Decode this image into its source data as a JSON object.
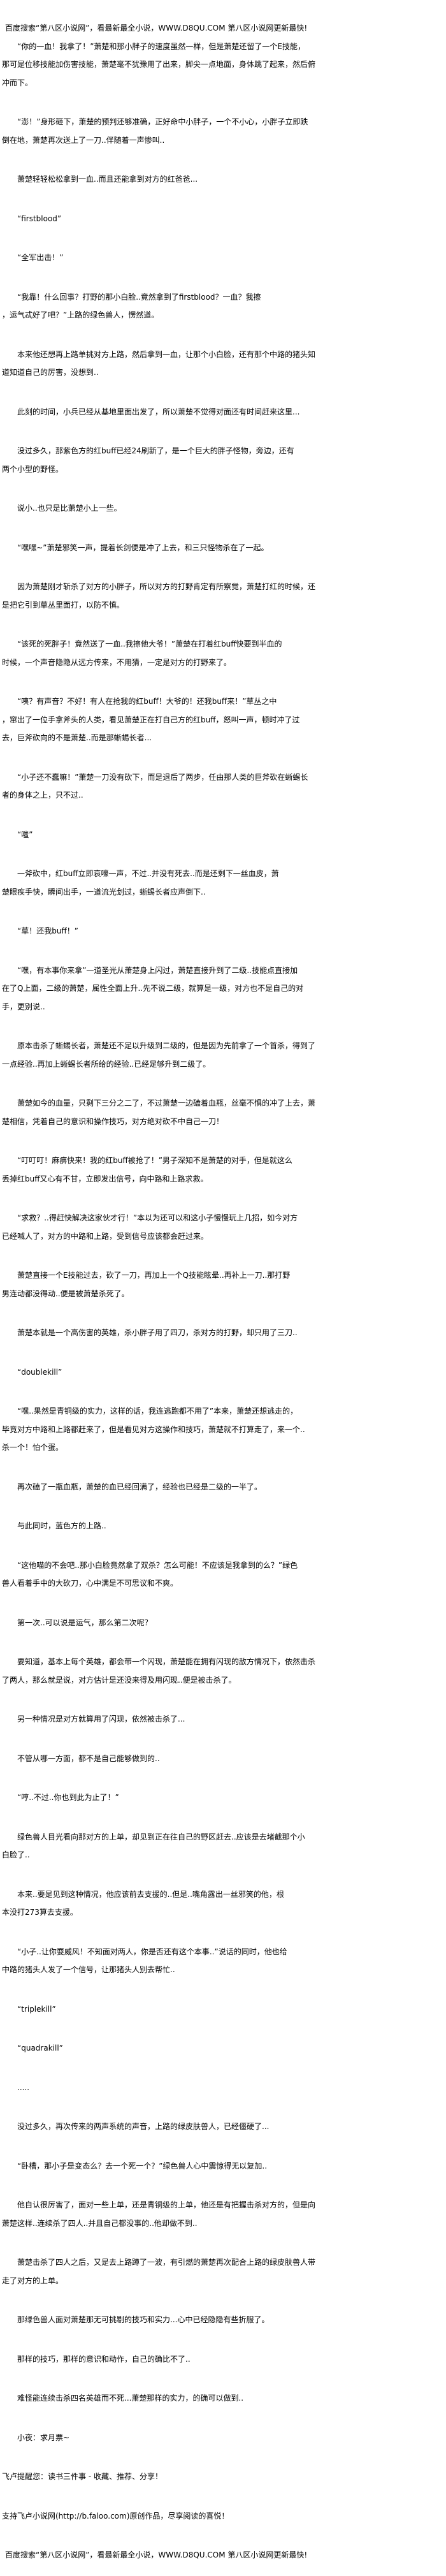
{
  "header": {
    "banner": "百度搜索“第八区小说网”，看最新最全小说，WWW.D8QU.COM  第八区小说网更新最快!"
  },
  "paragraphs": [
    {
      "lines": [
        "“你的一血！我拿了！”萧楚和那小胖子的速度虽然一样，但是萧楚还留了一个E技能，",
        "那可是位移技能加伤害技能，萧楚毫不犹豫用了出来，脚尖一点地面，身体跳了起来，然后俯",
        "冲而下。"
      ]
    },
    {
      "lines": [
        "“澎！”身形砸下，萧楚的预判还够准确，正好命中小胖子，一个不小心，小胖子立即跌",
        "倒在地，萧楚再次送上了一刀..伴随着一声惨叫.."
      ]
    },
    {
      "lines": [
        "萧楚轻轻松松拿到一血..而且还能拿到对方的红爸爸..."
      ]
    },
    {
      "lines": [
        "“firstblood”"
      ]
    },
    {
      "lines": [
        "“全军出击！”"
      ]
    },
    {
      "lines": [
        "“我靠！什么回事？打野的那小白脸..竟然拿到了firstblood？一血？我擦",
        "，运气忒好了吧？”上路的绿色兽人，愣然道。"
      ]
    },
    {
      "lines": [
        "本来他还想再上路单挑对方上路，然后拿到一血，让那个小白脸，还有那个中路的猪头知",
        "道知道自己的厉害，没想到.."
      ]
    },
    {
      "lines": [
        "此刻的时间，小兵已经从基地里面出发了，所以萧楚不觉得对面还有时间赶来这里..."
      ]
    },
    {
      "lines": [
        "没过多久，那紫色方的红buff已经24刷新了，是一个巨大的胖子怪物，旁边，还有",
        "两个小型的野怪。"
      ]
    },
    {
      "lines": [
        "说小..也只是比萧楚小上一些。"
      ]
    },
    {
      "lines": [
        "“嘿嘿~”萧楚邪笑一声，提着长剑便是冲了上去，和三只怪物杀在了一起。"
      ]
    },
    {
      "lines": [
        "因为萧楚刚才斩杀了对方的小胖子，所以对方的打野肯定有所察觉，萧楚打红的时候，还",
        "是把它引到草丛里面打，以防不慎。"
      ]
    },
    {
      "lines": [
        "“该死的死胖子！竟然送了一血..我擦他大爷！”萧楚在打着红buff快要到半血的",
        "时候，一个声音隐隐从远方传来，不用猜，一定是对方的打野来了。"
      ]
    },
    {
      "lines": [
        "“咦？有声音？不好！有人在抢我的红buff！大爷的！还我buff来！”草丛之中",
        "，窜出了一位手拿斧头的人类，看见萧楚正在打自己方的红buff，怒叫一声，顿时冲了过",
        "去，巨斧砍向的不是萧楚..而是那蜥蜴长者..."
      ]
    },
    {
      "lines": [
        "“小子还不蠢嘛！”萧楚一刀没有砍下，而是退后了两步，任由那人类的巨斧砍在蜥蜴长",
        "者的身体之上，只不过.."
      ]
    },
    {
      "lines": [
        "“嗤”"
      ]
    },
    {
      "lines": [
        "一斧砍中，红buff立即哀嚎一声，不过..并没有死去..而是还剩下一丝血皮，萧",
        "楚眼疾手快，瞬间出手，一道流光划过，蜥蜴长者应声倒下.."
      ]
    },
    {
      "lines": [
        "“草！还我buff！”"
      ]
    },
    {
      "lines": [
        "“嘿，有本事你来拿”一道圣光从萧楚身上闪过，萧楚直接升到了二级..技能点直接加",
        "在了Q上面，二级的萧楚，属性全面上升..先不说二级，就算是一级，对方也不是自己的对",
        "手，更别说.."
      ]
    },
    {
      "lines": [
        "原本击杀了蜥蜴长者，萧楚还不足以升级到二级的，但是因为先前拿了一个首杀，得到了",
        "一点经验..再加上蜥蜴长者所给的经验..已经足够升到二级了。"
      ]
    },
    {
      "lines": [
        "萧楚如今的血量，只剩下三分之二了，不过萧楚一边磕着血瓶，丝毫不惧的冲了上去，萧",
        "楚相信，凭着自己的意识和操作技巧，对方绝对砍不中自己一刀！"
      ]
    },
    {
      "lines": [
        "“叮叮叮！麻痹快来！我的红buff被抢了！”男子深知不是萧楚的对手，但是就这么",
        "丢掉红buff又心有不甘，立即发出信号，向中路和上路求救。"
      ]
    },
    {
      "lines": [
        "“求救？..得赶快解决这家伙才行！”本以为还可以和这小子慢慢玩上几招，如今对方",
        "已经喊人了，对方的中路和上路，受到信号应该都会赶过来。"
      ]
    },
    {
      "lines": [
        "萧楚直接一个E技能过去，砍了一刀，再加上一个Q技能眩晕..再补上一刀..那打野",
        "男连动都没得动..便是被萧楚杀死了。"
      ]
    },
    {
      "lines": [
        "萧楚本就是一个高伤害的英雄，杀小胖子用了四刀，杀对方的打野，却只用了三刀.."
      ]
    },
    {
      "lines": [
        "“doublekill”"
      ]
    },
    {
      "lines": [
        "“嘿..果然是青铜级的实力，这样的话，我连逃跑都不用了”本来，萧楚还想逃走的，",
        "毕竟对方中路和上路都赶来了，但是看见对方这操作和技巧，萧楚就不打算走了，来一个..",
        "杀一个！怕个蛋。"
      ]
    },
    {
      "lines": [
        "再次磕了一瓶血瓶，萧楚的血已经回满了，经验也已经是二级的一半了。"
      ]
    },
    {
      "lines": [
        "与此同时，蓝色方的上路.."
      ]
    },
    {
      "lines": [
        "“这他喵的不会吧..那小白脸竟然拿了双杀？怎么可能！不应该是我拿到的么？”绿色",
        "兽人看着手中的大砍刀，心中满是不可思议和不爽。"
      ]
    },
    {
      "lines": [
        "第一次..可以说是运气，那么第二次呢？"
      ]
    },
    {
      "lines": [
        "要知道，基本上每个英雄，都会带一个闪现，萧楚能在拥有闪现的敌方情况下，依然击杀",
        "了两人，那么就是说，对方估计是还没来得及用闪现..便是被击杀了。"
      ]
    },
    {
      "lines": [
        "另一种情况是对方就算用了闪现，依然被击杀了..."
      ]
    },
    {
      "lines": [
        "不管从哪一方面，都不是自己能够做到的.."
      ]
    },
    {
      "lines": [
        "“哼..不过..你也到此为止了！”"
      ]
    },
    {
      "lines": [
        "绿色兽人目光看向那对方的上单，却见到正在往自己的野区赶去..应该是去堵截那个小",
        "白脸了.."
      ]
    },
    {
      "lines": [
        "本来..要是见到这种情况，他应该前去支援的..但是..嘴角露出一丝邪笑的他，根",
        "本没打273算去支援。"
      ]
    },
    {
      "lines": [
        "“小子..让你耍威风！不知面对两人，你是否还有这个本事..”说话的同时，他也给",
        "中路的猪头人发了一个信号，让那猪头人别去帮忙.."
      ]
    },
    {
      "lines": [
        "“triplekill”"
      ]
    },
    {
      "lines": [
        "“quadrakill”"
      ]
    },
    {
      "lines": [
        "....."
      ]
    },
    {
      "lines": [
        "没过多久，再次传来的两声系统的声音，上路的绿皮肤兽人，已经僵硬了..."
      ]
    },
    {
      "lines": [
        "“卧槽，那小子是变态么？去一个死一个？”绿色兽人心中震惊得无以复加.."
      ]
    },
    {
      "lines": [
        "他自认很厉害了，面对一些上单，还是青铜级的上单，他还是有把握击杀对方的，但是向",
        "萧楚这样..连续杀了四人..并且自己都没事的..他却做不到.."
      ]
    },
    {
      "lines": [
        "萧楚击杀了四人之后，又是去上路蹲了一波，有引燃的萧楚再次配合上路的绿皮肤兽人带",
        "走了对方的上单。"
      ]
    },
    {
      "lines": [
        "那绿色兽人面对萧楚那无可挑剔的技巧和实力...心中已经隐隐有些折服了。"
      ]
    },
    {
      "lines": [
        "那样的技巧，那样的意识和动作，自己的确比不了.."
      ]
    },
    {
      "lines": [
        "难怪能连续击杀四名英雄而不死...萧楚那样的实力，的确可以做到.."
      ]
    },
    {
      "lines": [
        "小夜：求月票~"
      ]
    }
  ],
  "footer": {
    "reminder": "飞卢提醒您：读书三件事 - 收藏、推荐、分享！",
    "support": "支持飞卢小说网(http://b.faloo.com)原创作品，尽享阅读的喜悦！",
    "banner": "百度搜索“第八区小说网”，看最新最全小说，WWW.D8QU.COM  第八区小说网更新最快!"
  }
}
